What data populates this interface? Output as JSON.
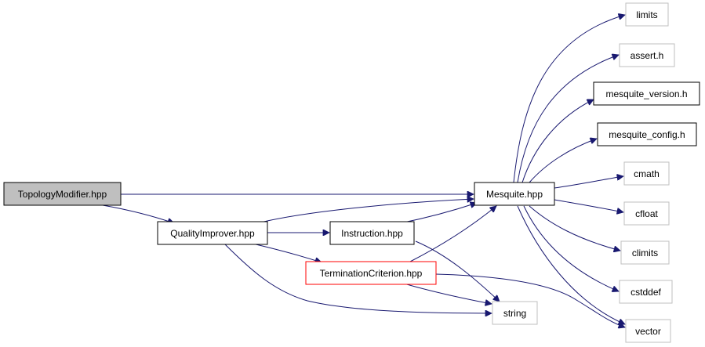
{
  "diagram": {
    "nodes": {
      "topology_modifier": "TopologyModifier.hpp",
      "quality_improver": "QualityImprover.hpp",
      "instruction": "Instruction.hpp",
      "termination_criterion": "TerminationCriterion.hpp",
      "mesquite": "Mesquite.hpp",
      "string": "string",
      "limits": "limits",
      "assert_h": "assert.h",
      "mesquite_version": "mesquite_version.h",
      "mesquite_config": "mesquite_config.h",
      "cmath": "cmath",
      "cfloat": "cfloat",
      "climits": "climits",
      "cstddef": "cstddef",
      "vector": "vector"
    },
    "edges": [
      [
        "topology_modifier",
        "mesquite"
      ],
      [
        "topology_modifier",
        "quality_improver"
      ],
      [
        "quality_improver",
        "mesquite"
      ],
      [
        "quality_improver",
        "instruction"
      ],
      [
        "quality_improver",
        "termination_criterion"
      ],
      [
        "quality_improver",
        "string"
      ],
      [
        "instruction",
        "mesquite"
      ],
      [
        "instruction",
        "string"
      ],
      [
        "termination_criterion",
        "mesquite"
      ],
      [
        "termination_criterion",
        "string"
      ],
      [
        "termination_criterion",
        "vector"
      ],
      [
        "mesquite",
        "limits"
      ],
      [
        "mesquite",
        "assert_h"
      ],
      [
        "mesquite",
        "mesquite_version"
      ],
      [
        "mesquite",
        "mesquite_config"
      ],
      [
        "mesquite",
        "cmath"
      ],
      [
        "mesquite",
        "cfloat"
      ],
      [
        "mesquite",
        "climits"
      ],
      [
        "mesquite",
        "cstddef"
      ],
      [
        "mesquite",
        "vector"
      ]
    ],
    "colors": {
      "edge": "#191970",
      "root_fill": "#bfbfbf",
      "highlight_border": "#ff0000",
      "normal_border": "#000000",
      "external_border": "#bfbfbf"
    }
  }
}
